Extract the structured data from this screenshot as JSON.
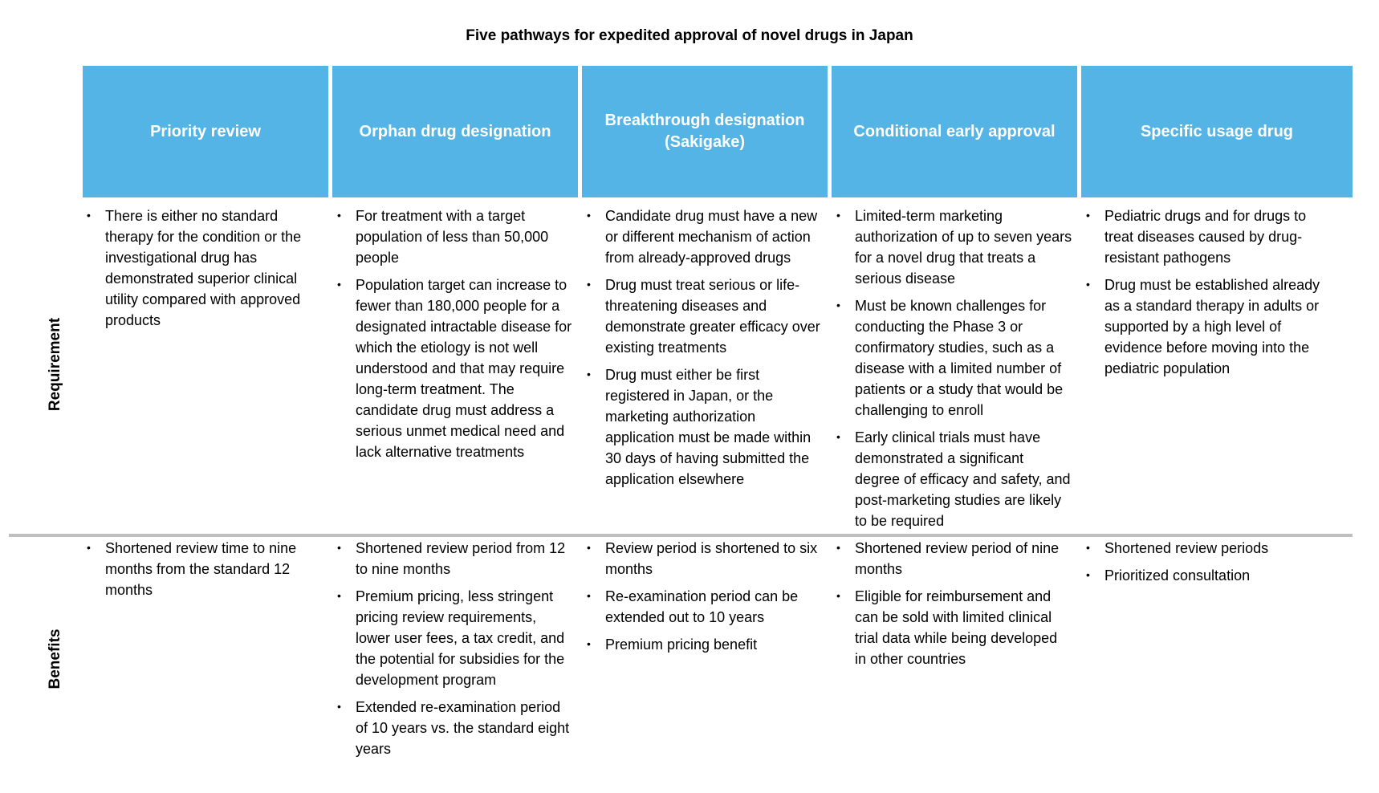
{
  "title": "Five pathways for expedited approval of novel drugs in Japan",
  "row_labels": {
    "requirement": "Requirement",
    "benefits": "Benefits"
  },
  "columns": [
    {
      "header": "Priority review",
      "requirements": [
        "There is either no standard therapy for the condition or the investigational drug has demonstrated superior clinical utility compared with approved products"
      ],
      "benefits": [
        "Shortened review time to nine months from the standard 12 months"
      ]
    },
    {
      "header": "Orphan drug designation",
      "requirements": [
        "For treatment with a target population of less than 50,000 people",
        "Population target can increase to fewer than 180,000 people for a designated intractable disease for which the etiology is not well understood and that may require long-term treatment. The candidate drug must address a serious unmet medical need and lack alternative treatments"
      ],
      "benefits": [
        "Shortened review period from 12 to nine months",
        "Premium pricing, less stringent pricing review requirements, lower user fees, a tax credit, and the potential for subsidies for the development program",
        "Extended re-examination period of 10 years vs. the standard eight years"
      ]
    },
    {
      "header": "Breakthrough designation (Sakigake)",
      "requirements": [
        "Candidate drug must have a new or different mechanism of action from already-approved drugs",
        "Drug must treat serious or life-threatening diseases and demonstrate greater efficacy over existing treatments",
        "Drug must either be first registered in Japan, or the marketing authorization application must be made within 30 days of having submitted the application elsewhere"
      ],
      "benefits": [
        "Review period is shortened to six months",
        "Re-examination period can be extended out to 10 years",
        "Premium pricing benefit"
      ]
    },
    {
      "header": "Conditional early approval",
      "requirements": [
        "Limited-term marketing authorization of up to seven years for a novel drug that treats a serious disease",
        "Must be known challenges for conducting the Phase 3 or confirmatory studies, such as a disease with a limited number of patients or a study that would be challenging to enroll",
        "Early clinical trials must have demonstrated a significant degree of efficacy and safety, and post-marketing studies are likely to be required"
      ],
      "benefits": [
        "Shortened review period of nine months",
        "Eligible for reimbursement and can be sold with limited clinical trial data while being developed in other countries"
      ]
    },
    {
      "header": "Specific usage drug",
      "requirements": [
        "Pediatric drugs and for drugs to treat diseases caused by drug-resistant pathogens",
        "Drug must be established already as a standard therapy in adults or supported by a high level of evidence before moving into the pediatric population"
      ],
      "benefits": [
        "Shortened review periods",
        "Prioritized consultation"
      ]
    }
  ]
}
